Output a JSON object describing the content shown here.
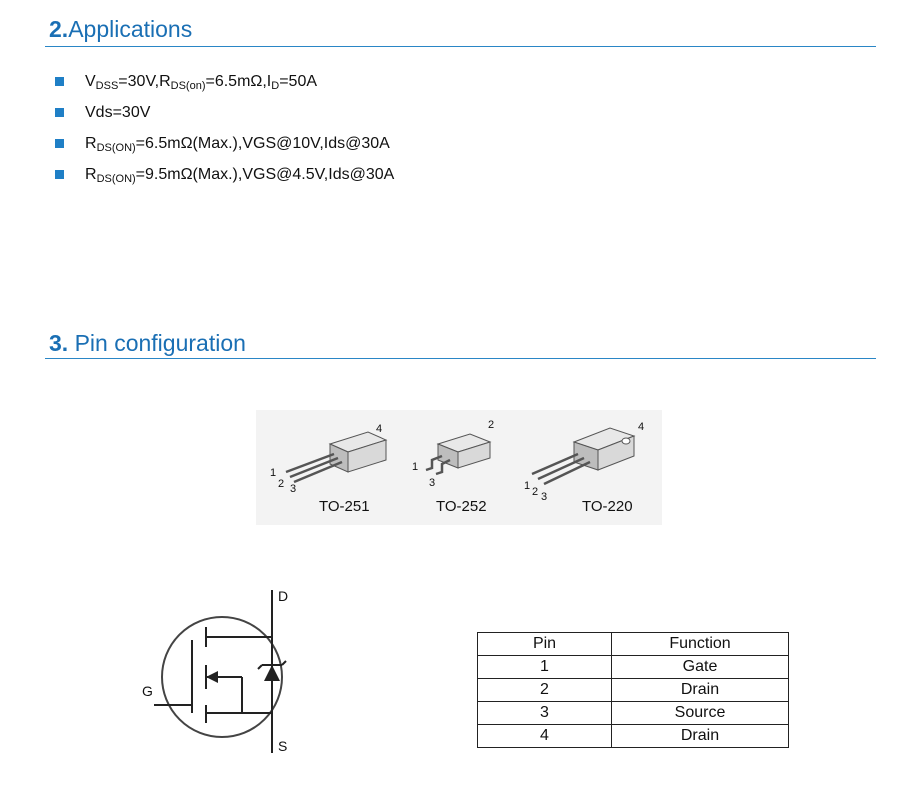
{
  "section2": {
    "number": "2.",
    "title": "Applications",
    "bullets": [
      {
        "parts": [
          "V",
          "DSS",
          "=30V,R",
          "DS(on)",
          "=6.5mΩ,I",
          "D",
          "=50A"
        ]
      },
      {
        "text": "Vds=30V"
      },
      {
        "parts": [
          "R",
          "DS(ON)",
          "=6.5mΩ(Max.),VGS@10V,Ids@30A"
        ]
      },
      {
        "parts": [
          "R",
          "DS(ON)",
          "=9.5mΩ(Max.),VGS@4.5V,Ids@30A"
        ]
      }
    ]
  },
  "section3": {
    "number": "3.",
    "title": " Pin configuration"
  },
  "packages": [
    {
      "name": "TO-251",
      "pins": [
        "1",
        "2",
        "3",
        "4"
      ]
    },
    {
      "name": "TO-252",
      "pins": [
        "1",
        "2",
        "3"
      ]
    },
    {
      "name": "TO-220",
      "pins": [
        "1",
        "2",
        "3",
        "4"
      ]
    }
  ],
  "symbol": {
    "drain": "D",
    "gate": "G",
    "source": "S"
  },
  "pin_table": {
    "headers": [
      "Pin",
      "Function"
    ],
    "rows": [
      [
        "1",
        "Gate"
      ],
      [
        "2",
        "Drain"
      ],
      [
        "3",
        "Source"
      ],
      [
        "4",
        "Drain"
      ]
    ]
  },
  "colors": {
    "heading": "#1a6fb4",
    "bullet": "#1f7fc6"
  }
}
